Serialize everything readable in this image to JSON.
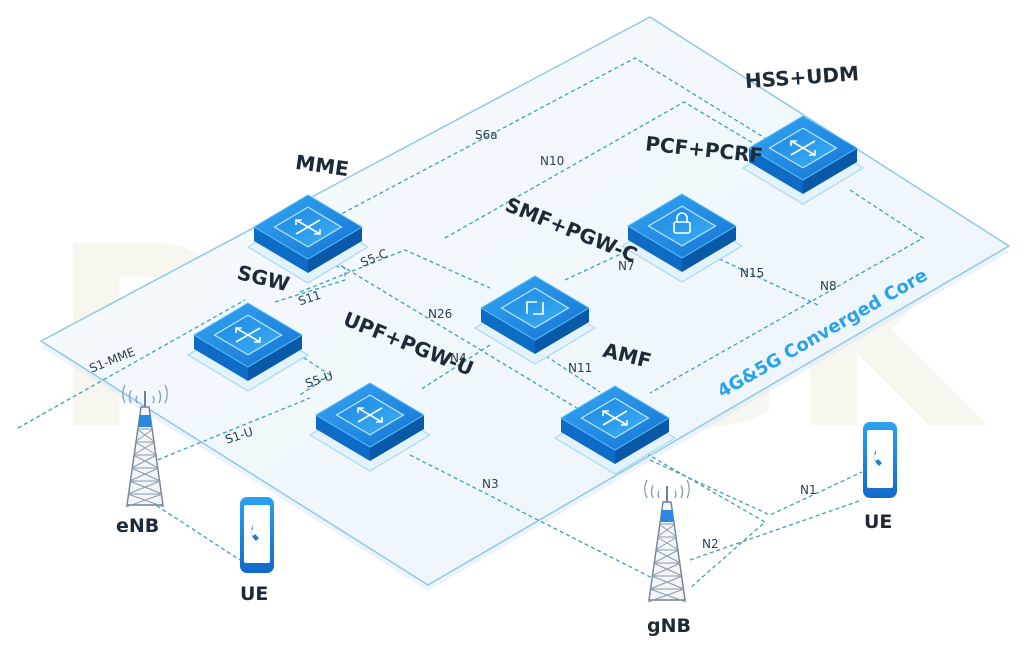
{
  "diagram": {
    "title": "4G&5G Converged Core",
    "watermark": "PLUGK",
    "colors": {
      "accent": "#29a3e8",
      "link": "#3e9fb8",
      "node_top": "#1c8fe3",
      "node_dark": "#0a5fb8",
      "platform_edge": "#8fc9e6"
    },
    "nodes": {
      "hss_udm": "HSS+UDM",
      "pcf_pcrf": "PCF+PCRF",
      "mme": "MME",
      "smf_pgwc": "SMF+PGW-C",
      "sgw": "SGW",
      "upf_pgwu": "UPF+PGW-U",
      "amf": "AMF",
      "enb": "eNB",
      "gnb": "gNB",
      "ue_left": "UE",
      "ue_right": "UE"
    },
    "interfaces": {
      "s6a": "S6a",
      "n10": "N10",
      "s5c": "S5-C",
      "s11": "S11",
      "n26": "N26",
      "n7": "N7",
      "n15": "N15",
      "n8": "N8",
      "s1mme": "S1-MME",
      "n4": "N4",
      "s5u": "S5-U",
      "n11": "N11",
      "s1u": "S1-U",
      "n3": "N3",
      "n1": "N1",
      "n2": "N2"
    },
    "icons": [
      "router-chip-icon",
      "lock-icon",
      "cell-tower-icon",
      "phone-icon"
    ]
  }
}
